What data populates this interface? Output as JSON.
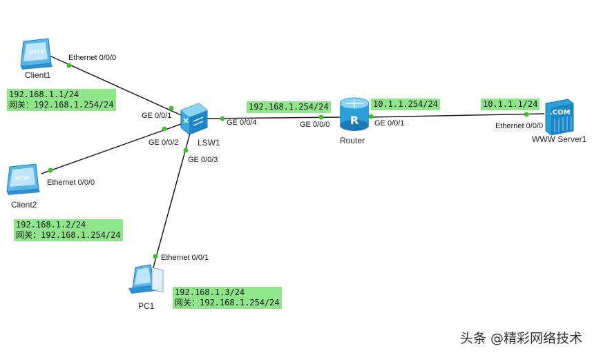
{
  "devices": {
    "client1": {
      "name": "Client1",
      "port": "Ethernet 0/0/0",
      "ip": "192.168.1.1/24",
      "gw_label": "网关：",
      "gw": "192.168.1.254/24"
    },
    "client2": {
      "name": "Client2",
      "port": "Ethernet 0/0/0",
      "ip": "192.168.1.2/24",
      "gw_label": "网关：",
      "gw": "192.168.1.254/24"
    },
    "pc1": {
      "name": "PC1",
      "port": "Ethernet 0/0/1",
      "ip": "192.168.1.3/24",
      "gw_label": "网关：",
      "gw": "192.168.1.254/24"
    },
    "lsw1": {
      "name": "LSW1",
      "ports": {
        "p1": "GE 0/0/1",
        "p2": "GE 0/0/2",
        "p3": "GE 0/0/3",
        "p4": "GE 0/0/4"
      }
    },
    "router": {
      "name": "Router",
      "port_in": "GE 0/0/0",
      "port_out": "GE 0/0/1",
      "ip_in": "192.168.1.254/24",
      "ip_out": "10.1.1.254/24",
      "icon_letter": "R"
    },
    "server": {
      "name": "WWW Server1",
      "port": "Ethernet 0/0/0",
      "ip": "10.1.1.1/24",
      "icon_text": ".COM"
    }
  },
  "client_icon_text": "HTTP",
  "watermark": "头条 @精彩网络技术",
  "colors": {
    "link": "#1a1a1a",
    "port_dot": "#3dbf2e",
    "note_bg": "#8fe58a",
    "device_blue": "#2a9fd8"
  }
}
